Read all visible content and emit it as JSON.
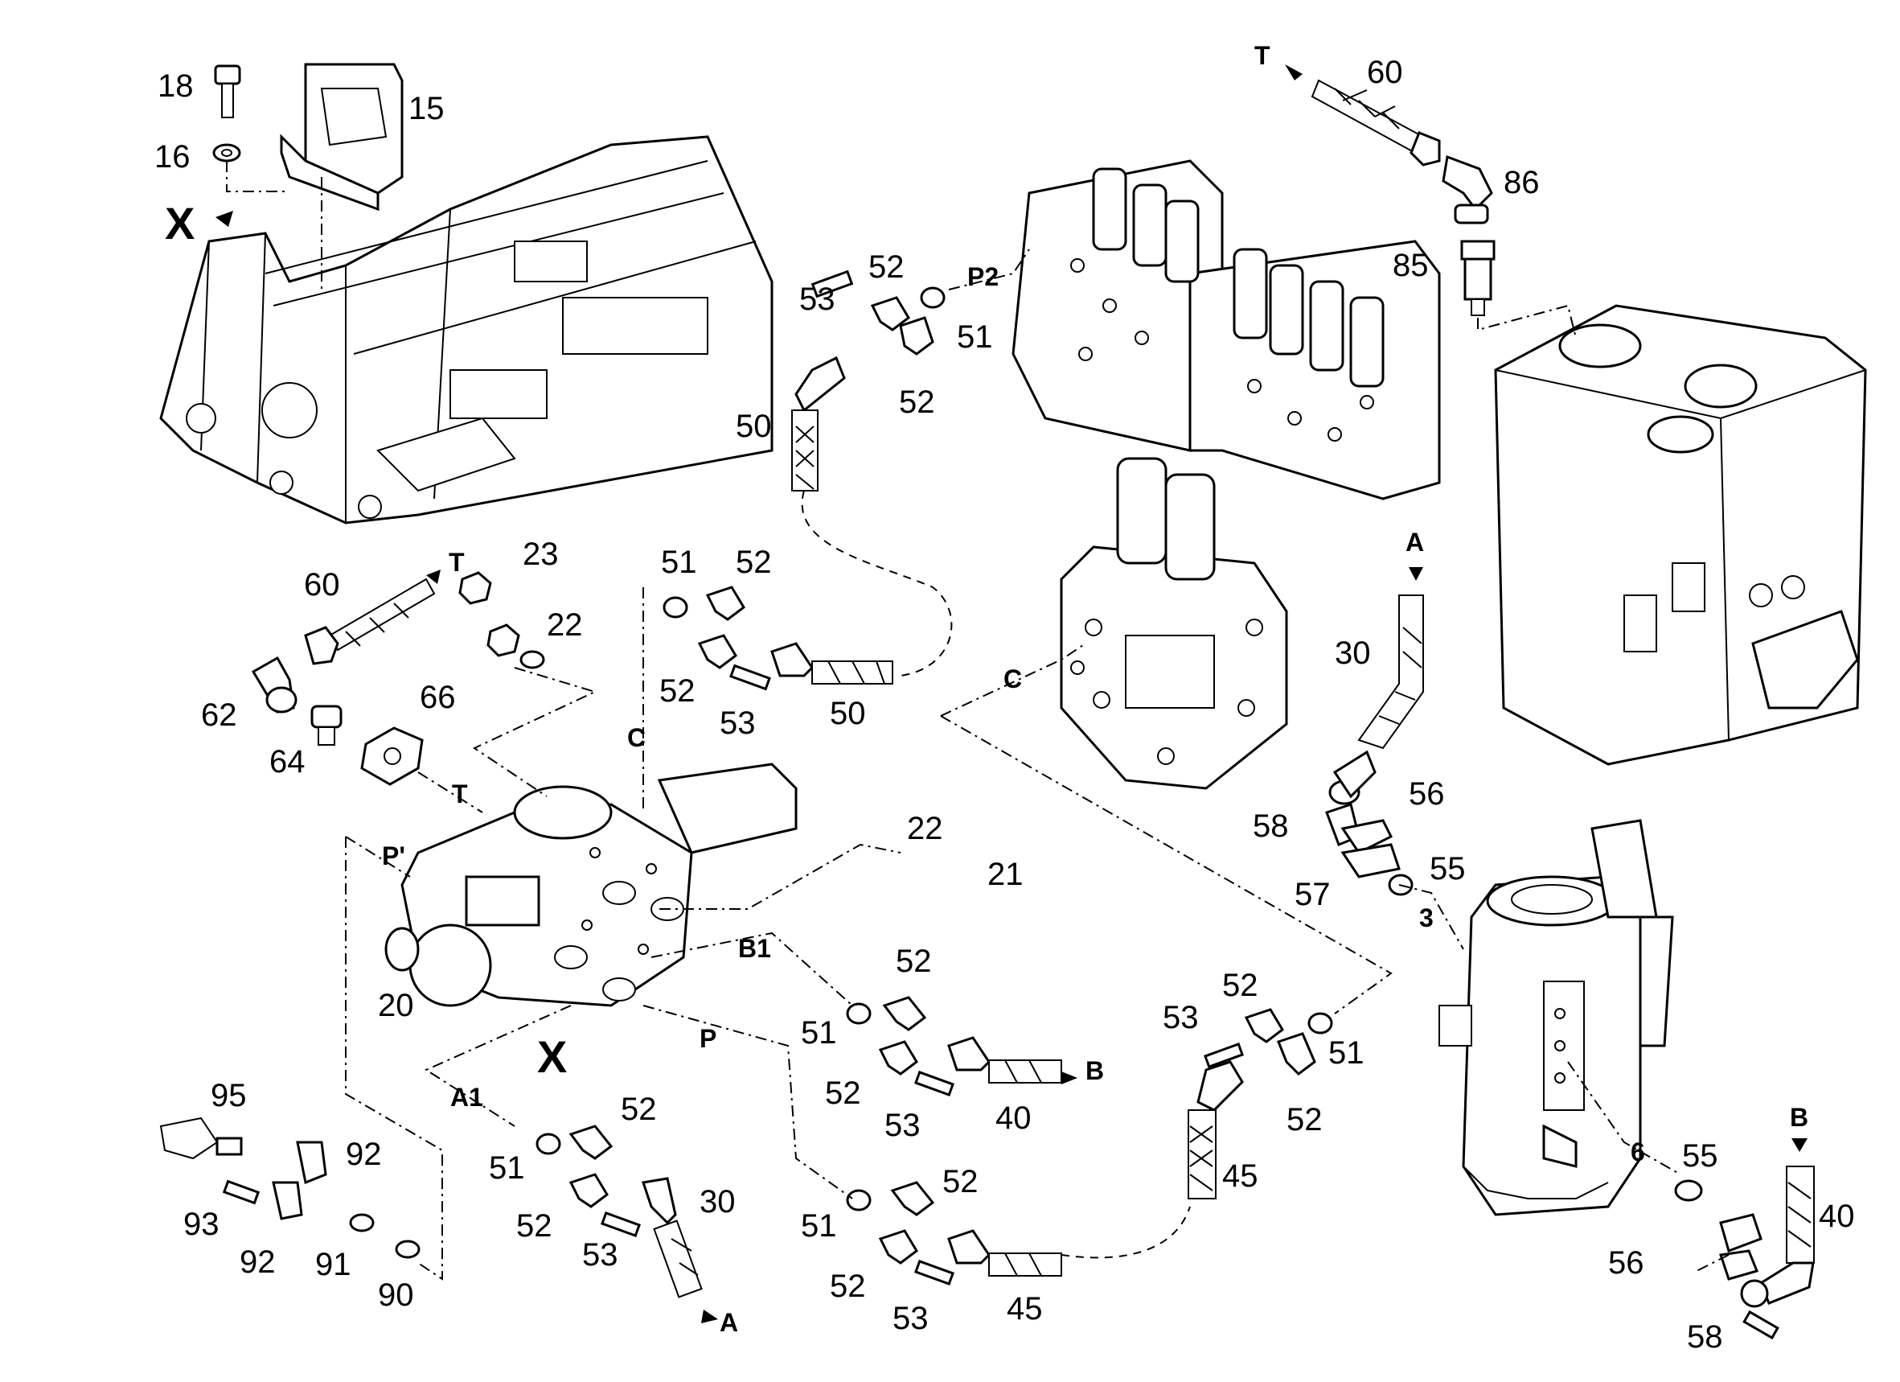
{
  "diagram": {
    "callouts": [
      "18",
      "15",
      "16",
      "60",
      "86",
      "85",
      "53",
      "52",
      "51",
      "52",
      "50",
      "60",
      "23",
      "22",
      "51",
      "52",
      "52",
      "53",
      "50",
      "30",
      "58",
      "56",
      "55",
      "57",
      "66",
      "62",
      "64",
      "22",
      "21",
      "52",
      "51",
      "52",
      "53",
      "40",
      "52",
      "51",
      "53",
      "52",
      "45",
      "95",
      "92",
      "93",
      "92",
      "91",
      "90",
      "52",
      "51",
      "52",
      "53",
      "30",
      "52",
      "51",
      "52",
      "53",
      "45",
      "20",
      "55",
      "6",
      "40",
      "56",
      "58"
    ],
    "ports": [
      "T",
      "P2",
      "T",
      "A",
      "C",
      "C",
      "T",
      "P'",
      "B1",
      "B",
      "P",
      "A1",
      "A",
      "3",
      "B"
    ],
    "view_markers": [
      "X",
      "X"
    ]
  }
}
